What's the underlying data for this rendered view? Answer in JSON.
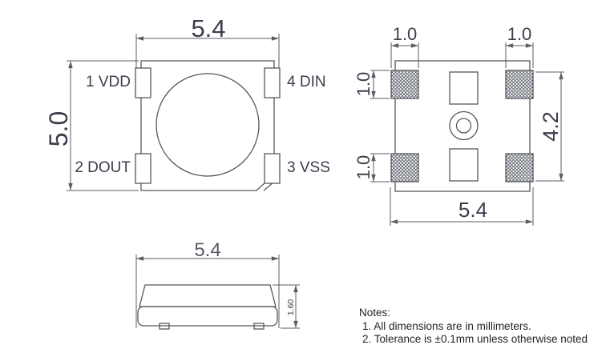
{
  "title": "LED package outline drawing",
  "colors": {
    "line": "#54575f",
    "text": "#3a3f4b",
    "notes_text": "#1e2126",
    "background": "#ffffff"
  },
  "top_view": {
    "dim_width": "5.4",
    "dim_height": "5.0",
    "pins": {
      "p1": "1 VDD",
      "p2": "2 DOUT",
      "p3": "3 VSS",
      "p4": "4 DIN"
    }
  },
  "pad_view": {
    "dim_top_left": "1.0",
    "dim_top_right": "1.0",
    "dim_left_top": "1.0",
    "dim_left_bottom": "1.0",
    "dim_span": "4.2",
    "dim_width": "5.4"
  },
  "side_view": {
    "dim_width": "5.4",
    "dim_height": "1.60"
  },
  "notes": {
    "title": "Notes:",
    "line1": "1. All dimensions are in millimeters.",
    "line2": "2. Tolerance is ±0.1mm unless otherwise noted"
  }
}
